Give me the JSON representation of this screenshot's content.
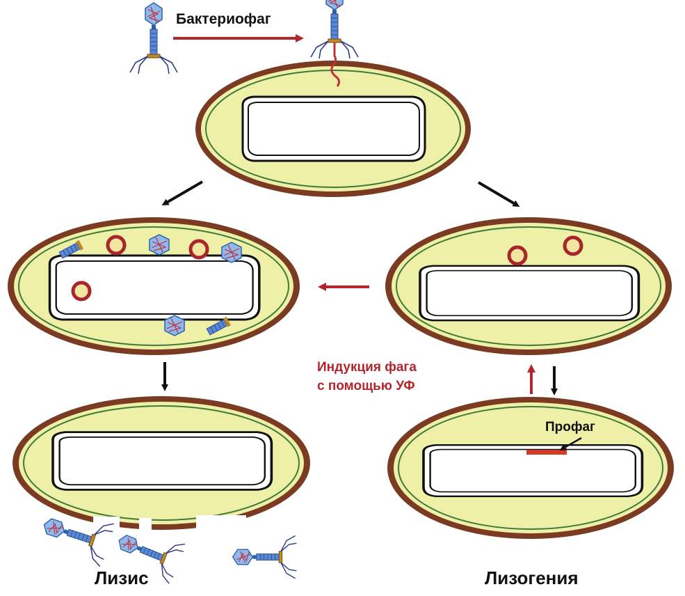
{
  "labels": {
    "bacteriophage": "Бактериофаг",
    "induction_line1": "Индукция фага",
    "induction_line2": "с помощью УФ",
    "prophage": "Профаг",
    "lysis": "Лизис",
    "lysogeny": "Лизогения"
  },
  "colors": {
    "cell_wall": "#7a3b22",
    "cytoplasm": "#eef0a8",
    "membrane": "#3f7a3a",
    "nucleoid": "#ffffff",
    "plasmid_ring": "#a8252b",
    "phage_tail": "#3f6fc4",
    "phage_capsid": "#7fb0e8",
    "phage_dna": "#c0303a",
    "arrow_black": "#111111",
    "arrow_red": "#b3262b",
    "prophage_bar": "#d23a2a"
  },
  "icons": {
    "phage": "bacteriophage-icon",
    "plasmid": "dna-ring-icon",
    "arrow": "arrow-icon"
  }
}
